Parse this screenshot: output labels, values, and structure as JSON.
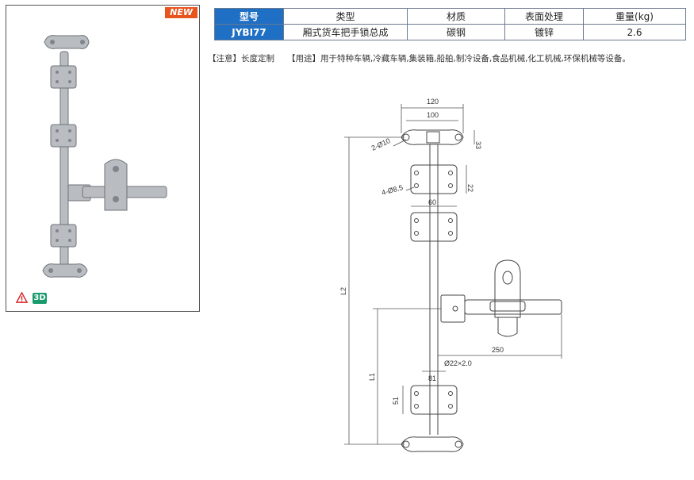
{
  "badge": {
    "new": "NEW",
    "three_d": "3D"
  },
  "icons": {
    "warning": "warning-icon"
  },
  "table": {
    "headers": [
      "型号",
      "类型",
      "材质",
      "表面处理",
      "重量(kg)"
    ],
    "row": [
      "JYBI77",
      "厢式货车把手锁总成",
      "碳钢",
      "镀锌",
      "2.6"
    ]
  },
  "notes": {
    "attention": "【注意】长度定制",
    "usage": "【用途】用于特种车辆,冷藏车辆,集装箱,船舶,制冷设备,食品机械,化工机械,环保机械等设备。"
  },
  "dimensions": {
    "d120": "120",
    "d100": "100",
    "hole1": "2-Ø10",
    "d33": "33",
    "d22": "22",
    "hole2": "4-Ø8.5",
    "d60": "60",
    "L2": "L2",
    "d250": "250",
    "tube": "Ø22×2.0",
    "L1": "L1",
    "d81": "81",
    "d51": "51"
  },
  "colors": {
    "header_blue": "#1f6fc4",
    "new_orange": "#e8541e",
    "badge_green": "#1a9b6e"
  }
}
